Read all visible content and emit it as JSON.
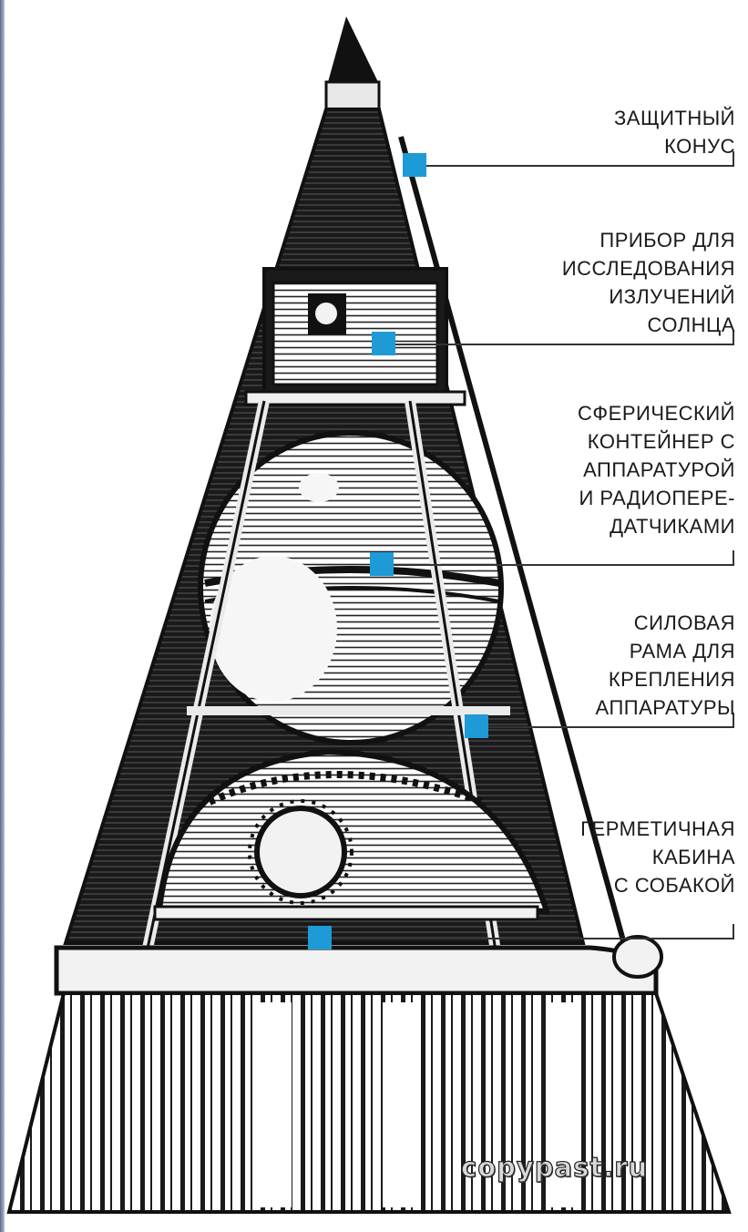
{
  "diagram": {
    "labels": [
      {
        "id": "protective-cone",
        "text": "ЗАЩИТНЫЙ\nКОНУС"
      },
      {
        "id": "solar-instrument",
        "text": "ПРИБОР ДЛЯ\nИССЛЕДОВАНИЯ\nИЗЛУЧЕНИЙ\nСОЛНЦА"
      },
      {
        "id": "spherical-container",
        "text": "СФЕРИЧЕСКИЙ\nКОНТЕЙНЕР С\nАППАРАТУРОЙ\nИ РАДИОПЕРЕ-\nДАТЧИКАМИ"
      },
      {
        "id": "power-frame",
        "text": "СИЛОВАЯ\nРАМА ДЛЯ\nКРЕПЛЕНИЯ\nАППАРАТУРЫ"
      },
      {
        "id": "dog-cabin",
        "text": "ГЕРМЕТИЧНАЯ\nКАБИНА\nС  СОБАКОЙ"
      }
    ],
    "marker_color": "#1e9ad6",
    "ink_color": "#111111"
  },
  "watermark": "copypast.ru"
}
